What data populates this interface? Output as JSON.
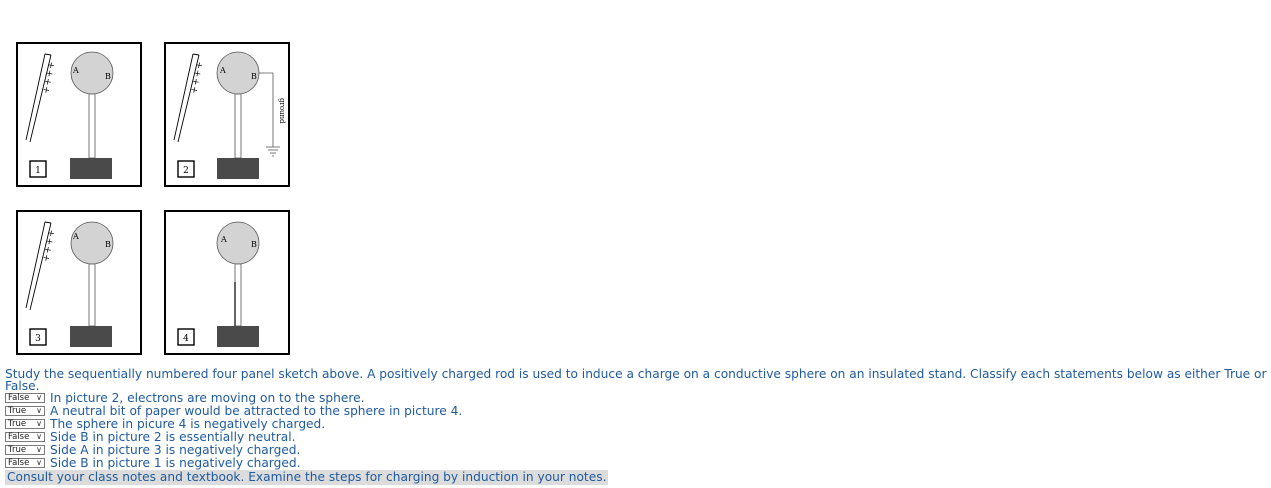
{
  "figure": {
    "panels": [
      {
        "number": "1",
        "label_a": "A",
        "label_b": "B",
        "rod_charges": "+ + + +",
        "ground_label": ""
      },
      {
        "number": "2",
        "label_a": "A",
        "label_b": "B",
        "rod_charges": "+ + + +",
        "ground_label": "ground"
      },
      {
        "number": "3",
        "label_a": "A",
        "label_b": "B",
        "rod_charges": "+ + + +",
        "ground_label": ""
      },
      {
        "number": "4",
        "label_a": "A",
        "label_b": "B",
        "rod_charges": "",
        "ground_label": ""
      }
    ]
  },
  "intro_text": "Study the sequentially numbered four panel sketch above. A positively charged rod is used to induce a charge on a conductive sphere on an insulated stand. Classify each statements below as either True or False.",
  "questions": [
    {
      "selected": "False",
      "text": "In picture 2, electrons are moving on to the sphere."
    },
    {
      "selected": "True",
      "text": "A neutral bit of paper would be attracted to the sphere in picture 4."
    },
    {
      "selected": "True",
      "text": "The sphere in picure 4 is negatively charged."
    },
    {
      "selected": "False",
      "text": "Side B in picture 2 is essentially neutral."
    },
    {
      "selected": "True",
      "text": "Side A in picture 3 is negatively charged."
    },
    {
      "selected": "False",
      "text": "Side B in picture 1 is negatively charged."
    }
  ],
  "hint": "Consult your class notes and textbook. Examine the steps for charging by induction in your notes.",
  "colors": {
    "text": "#1f5a9e",
    "sphere": "#d3d3d3",
    "base": "#4a4a4a",
    "hint_bg": "#dcdcdc"
  }
}
